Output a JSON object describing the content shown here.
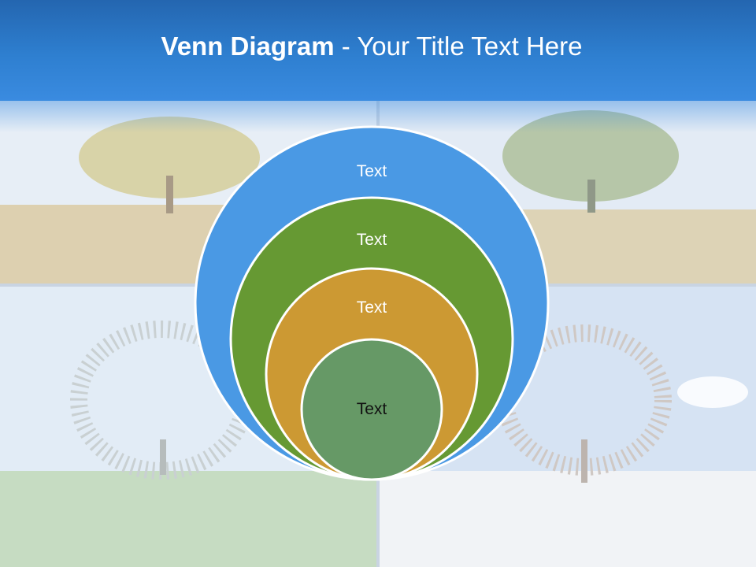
{
  "title": {
    "bold": "Venn Diagram",
    "rest": " - Your Title Text Here"
  },
  "background": {
    "quadrants": [
      "autumn-tree",
      "summer-tree",
      "spring-tree",
      "winter-tree"
    ]
  },
  "diagram": {
    "circles": [
      {
        "label": "Text",
        "color": "#4a99e4"
      },
      {
        "label": "Text",
        "color": "#669933"
      },
      {
        "label": "Text",
        "color": "#cc9933"
      },
      {
        "label": "Text",
        "color": "#669966"
      }
    ]
  },
  "colors": {
    "header": "#2e7fd0",
    "title_text": "#ffffff",
    "circle_stroke": "#ffffff",
    "label_light": "#ffffff",
    "label_dark": "#111111"
  }
}
